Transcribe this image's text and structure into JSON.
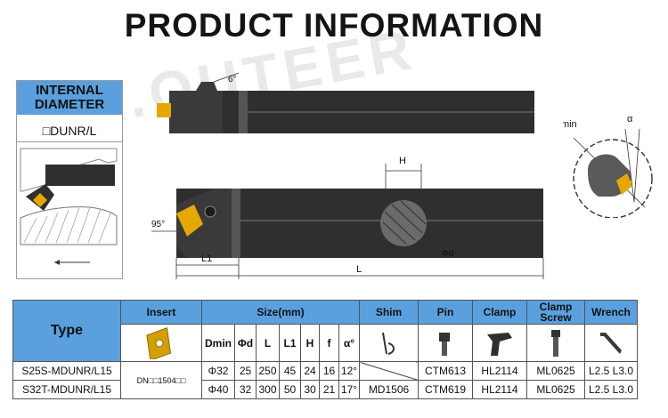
{
  "header": {
    "title": "PRODUCT INFORMATION",
    "watermark": "K.OUTEER"
  },
  "sidebar": {
    "heading_line1": "INTERNAL",
    "heading_line2": "DIAMETER",
    "code": "□DUNR/L"
  },
  "diagram": {
    "angle_top": "6°",
    "angle_side": "95°",
    "label_h": "H",
    "label_l1": "L1",
    "label_l": "L",
    "label_phid": "Φd",
    "label_dmin": "Dmin",
    "label_alpha": "α"
  },
  "table": {
    "col_type": "Type",
    "col_insert": "Insert",
    "col_size": "Size(mm)",
    "col_shim": "Shim",
    "col_pin": "Pin",
    "col_clamp": "Clamp",
    "col_clamp_screw_1": "Clamp",
    "col_clamp_screw_2": "Screw",
    "col_wrench": "Wrench",
    "dims": [
      "Dmin",
      "Φd",
      "L",
      "L1",
      "H",
      "f",
      "α°"
    ],
    "insert_code": "DN□□1504□□",
    "rows": [
      {
        "type": "S25S-MDUNR/L15",
        "dmin": "Φ32",
        "d": "25",
        "l": "250",
        "l1": "45",
        "h": "24",
        "f": "16",
        "a": "12°",
        "shim": "",
        "pin": "CTM613",
        "clamp": "HL2114",
        "screw": "ML0625",
        "wrench": "L2.5 L3.0"
      },
      {
        "type": "S32T-MDUNR/L15",
        "dmin": "Φ40",
        "d": "32",
        "l": "300",
        "l1": "50",
        "h": "30",
        "f": "21",
        "a": "17°",
        "shim": "MD1506",
        "pin": "CTM619",
        "clamp": "HL2114",
        "screw": "ML0625",
        "wrench": "L2.5 L3.0"
      }
    ]
  },
  "colors": {
    "blue": "#5aa0de",
    "tool": "#2f2f2f",
    "insert": "#e6a800"
  }
}
